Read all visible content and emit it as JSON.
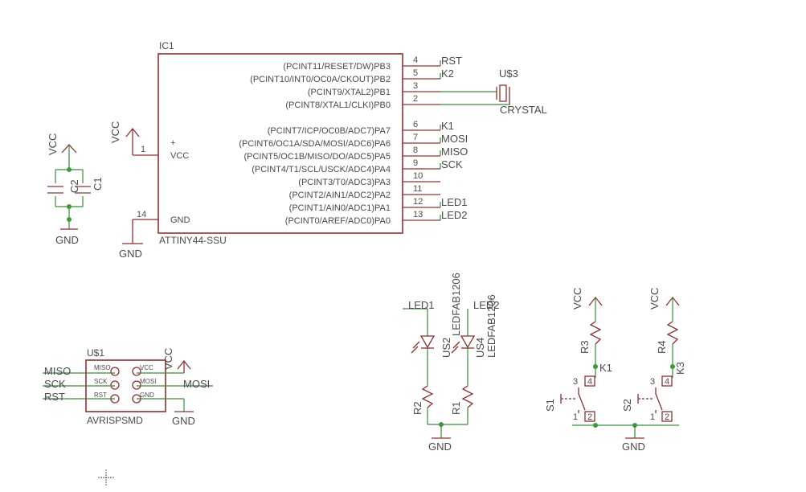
{
  "ic1": {
    "name": "IC1",
    "part": "ATTINY44-SSU",
    "vcc_label": "VCC",
    "gnd_label": "GND",
    "vcc_pin": "1",
    "gnd_pin": "14",
    "plus": "+",
    "right_pins": [
      {
        "label": "(PCINT11/RESET/DW)PB3",
        "num": "4",
        "net": "RST"
      },
      {
        "label": "(PCINT10/INT0/OC0A/CKOUT)PB2",
        "num": "5",
        "net": "K2"
      },
      {
        "label": "(PCINT9/XTAL2)PB1",
        "num": "3",
        "net": ""
      },
      {
        "label": "(PCINT8/XTAL1/CLKI)PB0",
        "num": "2",
        "net": ""
      },
      {
        "label": "(PCINT7/ICP/OC0B/ADC7)PA7",
        "num": "6",
        "net": "K1"
      },
      {
        "label": "(PCINT6/OC1A/SDA/MOSI/ADC6)PA6",
        "num": "7",
        "net": "MOSI"
      },
      {
        "label": "(PCINT5/OC1B/MISO/DO/ADC5)PA5",
        "num": "8",
        "net": "MISO"
      },
      {
        "label": "(PCINT4/T1/SCL/USCK/ADC4)PA4",
        "num": "9",
        "net": "SCK"
      },
      {
        "label": "(PCINT3/T0/ADC3)PA3",
        "num": "10",
        "net": ""
      },
      {
        "label": "(PCINT2/AIN1/ADC2)PA2",
        "num": "11",
        "net": ""
      },
      {
        "label": "(PCINT1/AIN0/ADC1)PA1",
        "num": "12",
        "net": "LED1"
      },
      {
        "label": "(PCINT0/AREF/ADC0)PA0",
        "num": "13",
        "net": "LED2"
      }
    ]
  },
  "crystal": {
    "name": "U$3",
    "value": "CRYSTAL"
  },
  "vcc_ic": "VCC",
  "gnd_ic": "GND",
  "cap": {
    "vcc": "VCC",
    "c1": "C1",
    "c2": "C2",
    "gnd": "GND"
  },
  "isp": {
    "name": "U$1",
    "part": "AVRISPSMD",
    "left_pins": [
      "MISO",
      "SCK",
      "RST"
    ],
    "right_pins": [
      "VCC",
      "MOSI",
      "GND"
    ],
    "left_nets": [
      "MISO",
      "SCK",
      "RST"
    ],
    "right_net_mosi": "MOSI",
    "vcc": "VCC",
    "gnd": "GND"
  },
  "leds": {
    "led1_net": "LED1",
    "led2_net": "LED2",
    "us2_name": "US2",
    "us2_part": "LEDFAB1206",
    "us4_name": "US4",
    "us4_part": "LEDFAB1206",
    "r2": "R2",
    "r1": "R1",
    "gnd": "GND"
  },
  "switches": {
    "vcc1": "VCC",
    "vcc2": "VCC",
    "r3": "R3",
    "r4": "R4",
    "k1": "K1",
    "k2": "K3",
    "s1": "S1",
    "s2": "S2",
    "pins": [
      "1",
      "2",
      "3",
      "4"
    ],
    "gnd": "GND"
  },
  "colors": {
    "wire": "#3a8a3a",
    "part": "#8b3030",
    "text": "#4a4a4a"
  }
}
